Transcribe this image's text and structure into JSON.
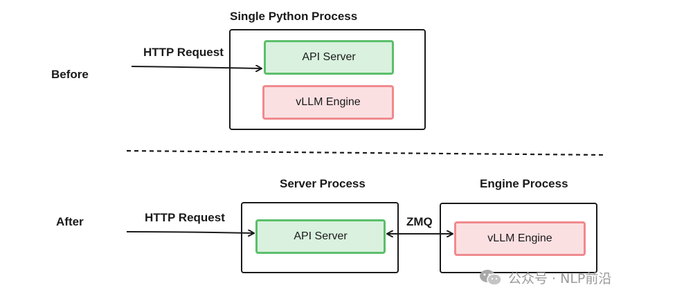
{
  "before": {
    "label": "Before",
    "process_label": "Single Python Process",
    "request_label": "HTTP Request",
    "api_server": "API Server",
    "engine": "vLLM Engine"
  },
  "after": {
    "label": "After",
    "server_process_label": "Server Process",
    "engine_process_label": "Engine Process",
    "request_label": "HTTP Request",
    "api_server": "API Server",
    "engine": "vLLM Engine",
    "link_label": "ZMQ"
  },
  "watermark": "公众号 · NLP前沿",
  "colors": {
    "api_fill": "#d9f1de",
    "api_border": "#5bbf6a",
    "engine_fill": "#fbe0e2",
    "engine_border": "#f08a8e",
    "outline": "#1a1a1a"
  }
}
